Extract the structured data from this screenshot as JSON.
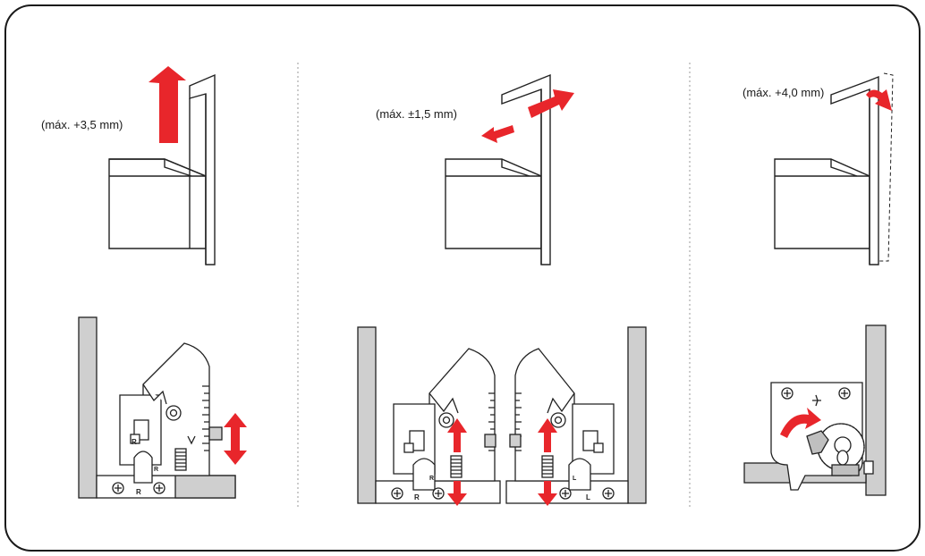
{
  "labels": {
    "left_tolerance": "(máx. +3,5 mm)",
    "middle_tolerance": "(máx. ±1,5 mm)",
    "right_tolerance": "(máx. +4,0 mm)"
  },
  "side_marks": {
    "left_mark_1": "R",
    "left_mark_2": "R",
    "left_mark_3": "R",
    "middle_left_mark_1": "R",
    "middle_left_mark_2": "R",
    "middle_right_mark_1": "L",
    "middle_right_mark_2": "L"
  },
  "colors": {
    "arrow_red": "#e8262b",
    "line_dark": "#222222",
    "panel_gray": "#cfcfcf",
    "divider": "#9a9a9a"
  }
}
